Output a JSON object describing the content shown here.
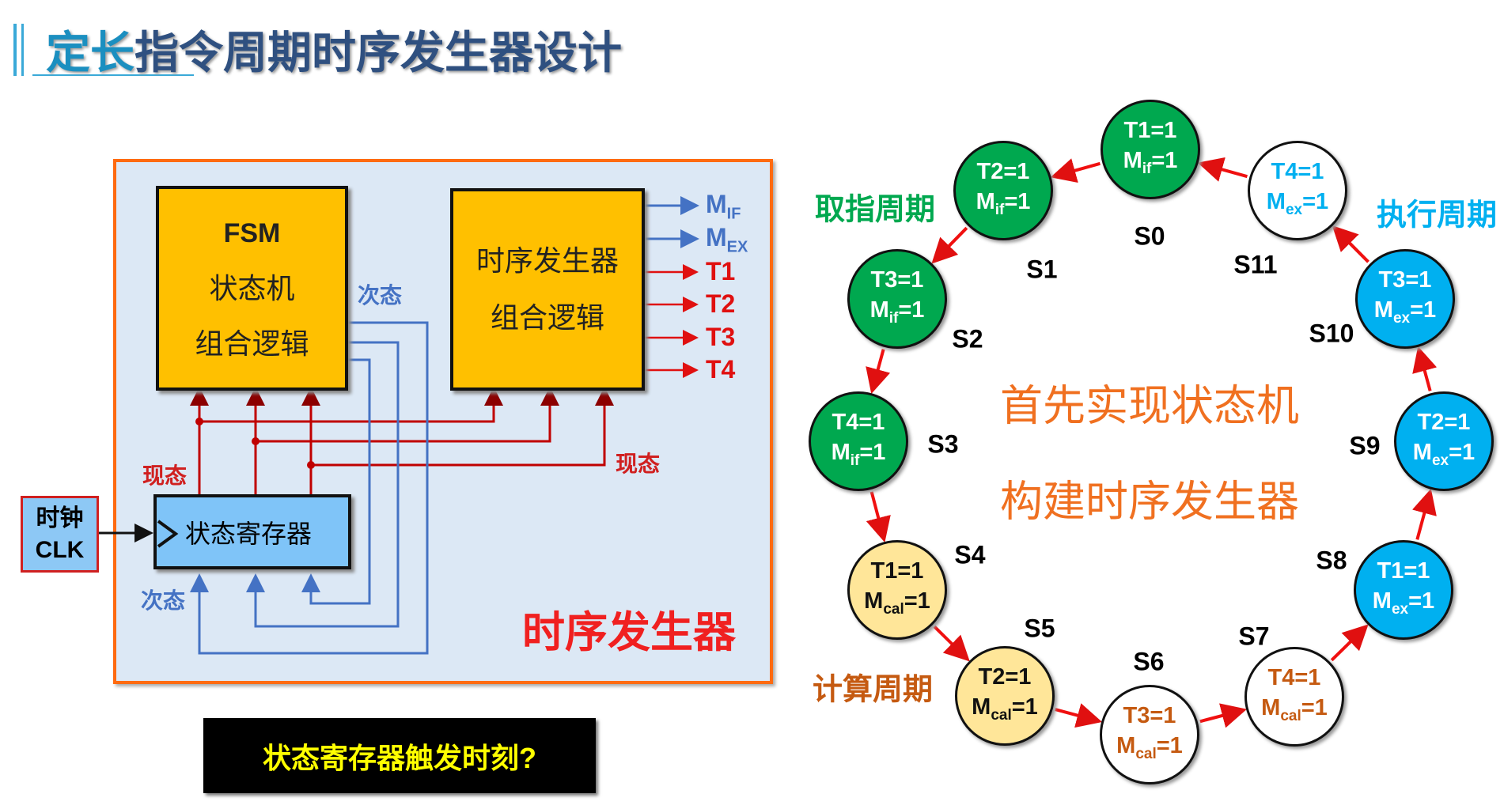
{
  "title": {
    "highlight": "定长",
    "rest": "指令周期时序发生器设计"
  },
  "left_diagram": {
    "fsm": {
      "line1": "FSM",
      "line2": "状态机",
      "line3": "组合逻辑"
    },
    "timing": {
      "line1": "时序发生器",
      "line2": "组合逻辑"
    },
    "register": "状态寄存器",
    "clock": {
      "line1": "时钟",
      "line2": "CLK"
    },
    "next_state_top": "次态",
    "next_state_bottom": "次态",
    "current_state_left": "现态",
    "current_state_right": "现态",
    "outputs": [
      {
        "m": "M",
        "sub": "IF"
      },
      {
        "m": "M",
        "sub": "EX"
      },
      {
        "t": "T1"
      },
      {
        "t": "T2"
      },
      {
        "t": "T3"
      },
      {
        "t": "T4"
      }
    ],
    "caption": "时序发生器",
    "colors": {
      "red": "#e01010",
      "blue": "#4472c4",
      "orange": "#ff6a10",
      "yellow": "#ffc000"
    }
  },
  "question": "状态寄存器触发时刻?",
  "state_machine": {
    "states": [
      {
        "id": "S0",
        "t": "T1=1",
        "m": "M",
        "sub": "if",
        "eq": "=1",
        "fill": "#00a84f",
        "text": "#ffffff"
      },
      {
        "id": "S1",
        "t": "T2=1",
        "m": "M",
        "sub": "if",
        "eq": "=1",
        "fill": "#00a84f",
        "text": "#ffffff"
      },
      {
        "id": "S2",
        "t": "T3=1",
        "m": "M",
        "sub": "if",
        "eq": "=1",
        "fill": "#00a84f",
        "text": "#ffffff"
      },
      {
        "id": "S3",
        "t": "T4=1",
        "m": "M",
        "sub": "if",
        "eq": "=1",
        "fill": "#00a84f",
        "text": "#ffffff"
      },
      {
        "id": "S4",
        "t": "T1=1",
        "m": "M",
        "sub": "cal",
        "eq": "=1",
        "fill": "#ffe699",
        "text": "#111111"
      },
      {
        "id": "S5",
        "t": "T2=1",
        "m": "M",
        "sub": "cal",
        "eq": "=1",
        "fill": "#ffe699",
        "text": "#111111"
      },
      {
        "id": "S6",
        "t": "T3=1",
        "m": "M",
        "sub": "cal",
        "eq": "=1",
        "fill": "#ffffff",
        "text": "#c55a11"
      },
      {
        "id": "S7",
        "t": "T4=1",
        "m": "M",
        "sub": "cal",
        "eq": "=1",
        "fill": "#ffffff",
        "text": "#c55a11"
      },
      {
        "id": "S8",
        "t": "T1=1",
        "m": "M",
        "sub": "ex",
        "eq": "=1",
        "fill": "#00b0f0",
        "text": "#ffffff"
      },
      {
        "id": "S9",
        "t": "T2=1",
        "m": "M",
        "sub": "ex",
        "eq": "=1",
        "fill": "#00b0f0",
        "text": "#ffffff"
      },
      {
        "id": "S10",
        "t": "T3=1",
        "m": "M",
        "sub": "ex",
        "eq": "=1",
        "fill": "#00b0f0",
        "text": "#ffffff"
      },
      {
        "id": "S11",
        "t": "T4=1",
        "m": "M",
        "sub": "ex",
        "eq": "=1",
        "fill": "#ffffff",
        "text": "#00b0f0"
      }
    ],
    "phases": {
      "fetch": "取指周期",
      "execute": "执行周期",
      "compute": "计算周期"
    },
    "center_line1": "首先实现状态机",
    "center_line2": "构建时序发生器"
  }
}
